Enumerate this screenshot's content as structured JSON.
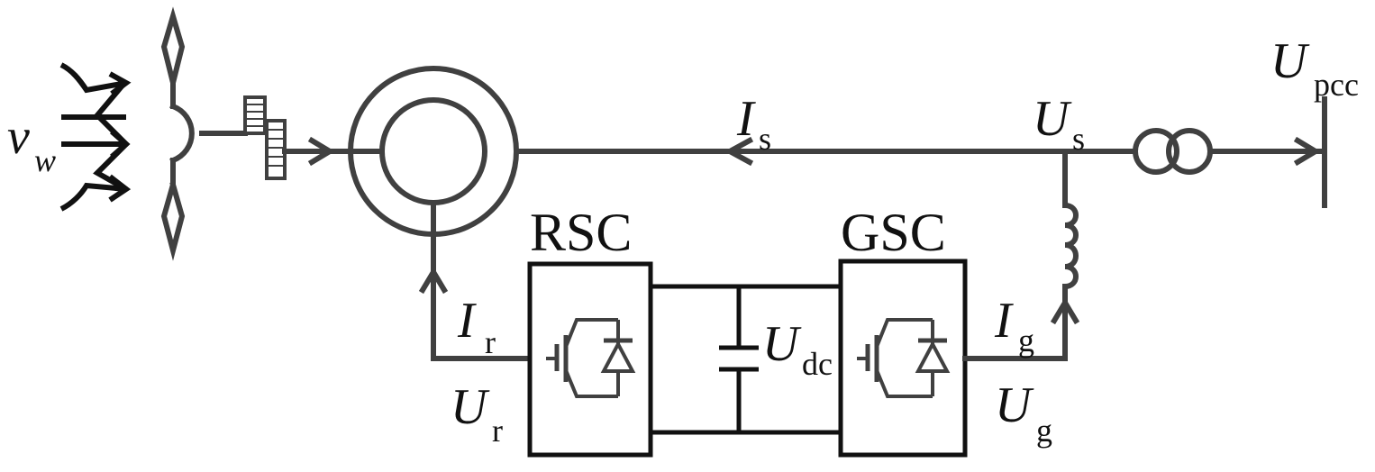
{
  "diagram": {
    "labels": {
      "wind_speed": {
        "main": "v",
        "sub": "w"
      },
      "stator_current": {
        "main": "I",
        "sub": "s"
      },
      "stator_voltage": {
        "main": "U",
        "sub": "s"
      },
      "pcc_voltage": {
        "main": "U",
        "sub": "pcc"
      },
      "rotor_current": {
        "main": "I",
        "sub": "r"
      },
      "rotor_voltage": {
        "main": "U",
        "sub": "r"
      },
      "dc_voltage": {
        "main": "U",
        "sub": "dc"
      },
      "grid_current": {
        "main": "I",
        "sub": "g"
      },
      "grid_voltage": {
        "main": "U",
        "sub": "g"
      }
    },
    "blocks": {
      "rsc": "RSC",
      "gsc": "GSC"
    }
  },
  "colors": {
    "wire": "#404040",
    "ink": "#111111",
    "background": "#ffffff"
  }
}
